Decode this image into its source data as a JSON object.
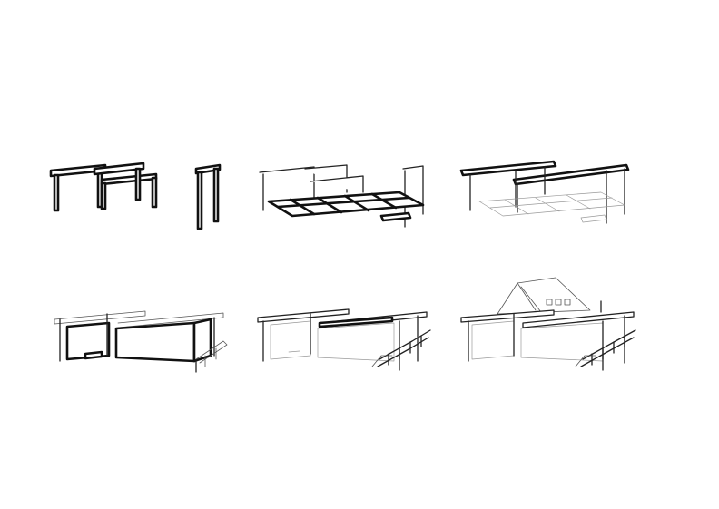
{
  "diagram": {
    "type": "construction-sequence",
    "steps": [
      {
        "id": 1,
        "phase": "frames"
      },
      {
        "id": 2,
        "phase": "frames-and-floor-grid"
      },
      {
        "id": 3,
        "phase": "roof-beams"
      },
      {
        "id": 4,
        "phase": "wall-enclosure"
      },
      {
        "id": 5,
        "phase": "walls-and-ramps"
      },
      {
        "id": 6,
        "phase": "pitched-roof-complete"
      }
    ],
    "colors": {
      "line": "#111111",
      "faint": "#9a9a9a",
      "background": "#ffffff"
    }
  }
}
